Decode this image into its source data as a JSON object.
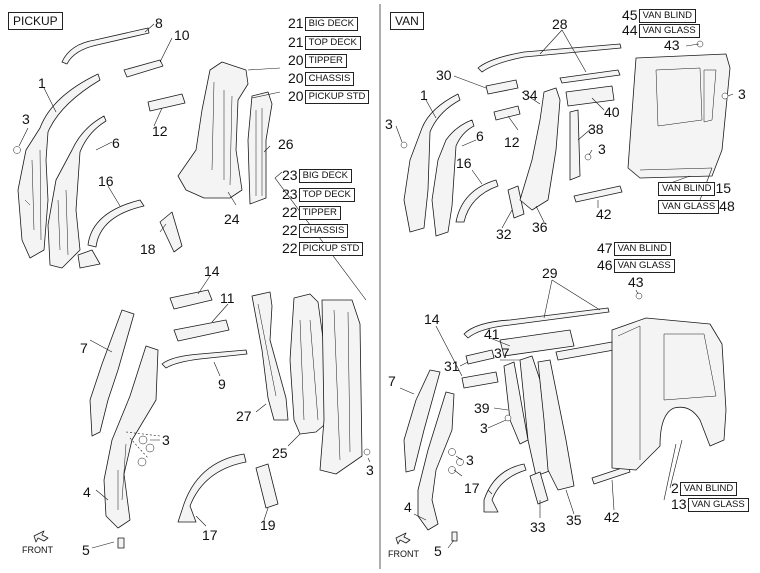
{
  "sections": {
    "pickup": {
      "title": "PICKUP"
    },
    "van": {
      "title": "VAN"
    }
  },
  "front_label": "FRONT",
  "callouts": {
    "p_8": "8",
    "p_10": "10",
    "p_1": "1",
    "p_3a": "3",
    "p_6": "6",
    "p_12": "12",
    "p_16": "16",
    "p_18": "18",
    "p_24": "24",
    "p_26": "26",
    "p_14": "14",
    "p_11": "11",
    "p_7": "7",
    "p_9": "9",
    "p_3b": "3",
    "p_4": "4",
    "p_5": "5",
    "p_17": "17",
    "p_19": "19",
    "p_27": "27",
    "p_25": "25",
    "p_3c": "3",
    "v_28": "28",
    "v_30": "30",
    "v_43a": "43",
    "v_3a": "3",
    "v_1": "1",
    "v_34": "34",
    "v_40": "40",
    "v_3b": "3",
    "v_12": "12",
    "v_38": "38",
    "v_6": "6",
    "v_3c": "3",
    "v_16": "16",
    "v_42a": "42",
    "v_32": "32",
    "v_36": "36",
    "v_29": "29",
    "v_43b": "43",
    "v_14": "14",
    "v_41": "41",
    "v_37": "37",
    "v_31": "31",
    "v_7": "7",
    "v_39": "39",
    "v_3d": "3",
    "v_3e": "3",
    "v_4": "4",
    "v_17": "17",
    "v_5": "5",
    "v_33": "33",
    "v_35": "35",
    "v_42b": "42"
  },
  "variant_groups": {
    "pickup_top": [
      {
        "num": "21",
        "label": "BIG DECK"
      },
      {
        "num": "21",
        "label": "TOP DECK"
      },
      {
        "num": "20",
        "label": "TIPPER"
      },
      {
        "num": "20",
        "label": "CHASSIS"
      },
      {
        "num": "20",
        "label": "PICKUP STD"
      }
    ],
    "pickup_mid": [
      {
        "num": "23",
        "label": "BIG DECK"
      },
      {
        "num": "23",
        "label": "TOP DECK"
      },
      {
        "num": "22",
        "label": "TIPPER"
      },
      {
        "num": "22",
        "label": "CHASSIS"
      },
      {
        "num": "22",
        "label": "PICKUP STD"
      }
    ],
    "van_top": [
      {
        "num": "45",
        "label": "VAN BLIND"
      },
      {
        "num": "44",
        "label": "VAN GLASS"
      }
    ],
    "van_15_48": [
      {
        "label": "VAN BLIND",
        "num": "15"
      },
      {
        "label": "VAN GLASS",
        "num": "48"
      }
    ],
    "van_47_46": [
      {
        "num": "47",
        "label": "VAN BLIND"
      },
      {
        "num": "46",
        "label": "VAN GLASS"
      }
    ],
    "van_2_13": [
      {
        "num": "2",
        "label": "VAN BLIND"
      },
      {
        "num": "13",
        "label": "VAN GLASS"
      }
    ]
  }
}
